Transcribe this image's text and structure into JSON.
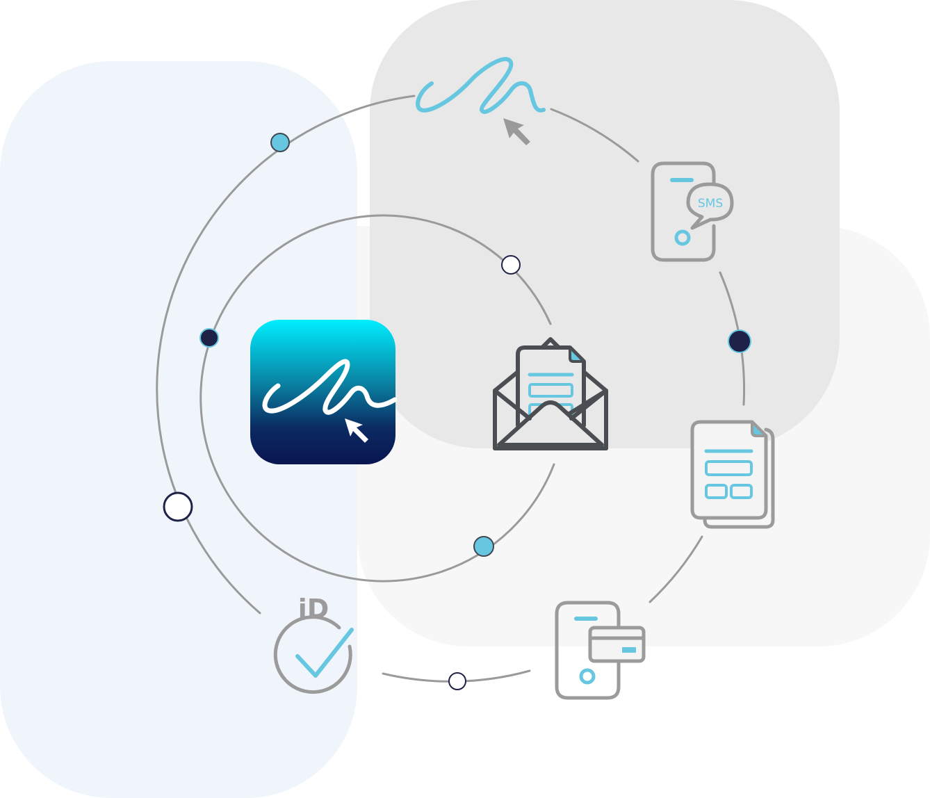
{
  "colors": {
    "bg_blue": "#F0F5FC",
    "bg_light": "#F7F7F7",
    "bg_gray": "#E8E8E8",
    "ring": "#9A9A9A",
    "accent": "#67C6E0",
    "navy": "#1E2247",
    "icon_gray": "#9B9B9B",
    "icon_dark": "#4A4E53",
    "app_grad_top": "#00EEFF",
    "app_grad_bottom": "#0A1550"
  },
  "app_icon": {
    "name": "e-signature app",
    "icon": "signature-cursor-icon"
  },
  "center_icon": {
    "name": "email-document",
    "icon": "envelope-document-icon"
  },
  "orbit_icons": [
    {
      "name": "signature",
      "icon": "signature-icon"
    },
    {
      "name": "sms",
      "icon": "sms-phone-icon",
      "label": "SMS"
    },
    {
      "name": "documents",
      "icon": "document-stack-icon"
    },
    {
      "name": "payment",
      "icon": "phone-card-icon"
    },
    {
      "name": "id-verification",
      "icon": "id-check-icon",
      "label": "iD"
    }
  ],
  "dots": [
    {
      "ring": "outer",
      "style": "accent"
    },
    {
      "ring": "outer",
      "style": "navy"
    },
    {
      "ring": "outer",
      "style": "white-large"
    },
    {
      "ring": "outer",
      "style": "white"
    },
    {
      "ring": "inner",
      "style": "white"
    },
    {
      "ring": "inner",
      "style": "navy"
    },
    {
      "ring": "inner",
      "style": "accent"
    }
  ]
}
